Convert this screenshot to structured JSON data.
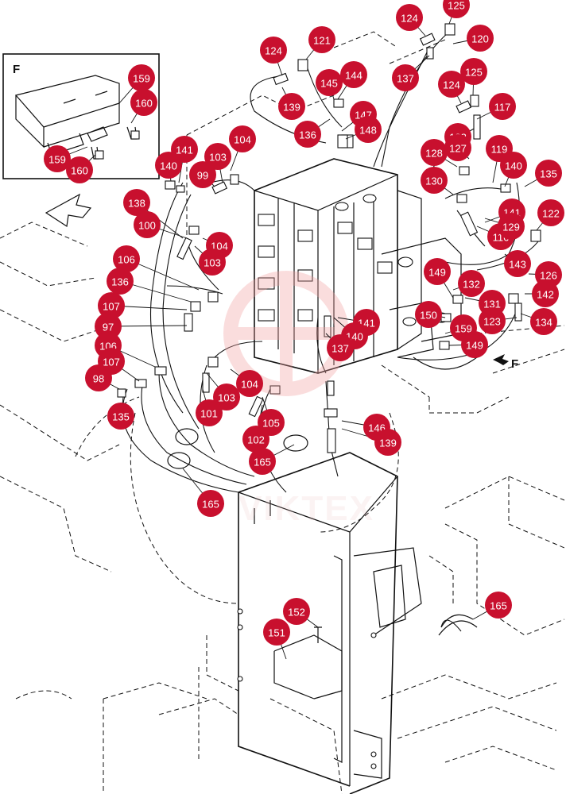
{
  "diagram": {
    "inset": {
      "view_letter": "F"
    },
    "view_marker": {
      "letter": "F"
    },
    "watermark": {
      "text": "VIKTEX"
    },
    "accent_color": "#c8102e",
    "callouts": [
      "159",
      "160",
      "159",
      "160",
      "124",
      "125",
      "124",
      "121",
      "120",
      "145",
      "144",
      "139",
      "137",
      "147",
      "148",
      "136",
      "104",
      "141",
      "103",
      "99",
      "140",
      "138",
      "100",
      "104",
      "103",
      "106",
      "136",
      "107",
      "97",
      "106",
      "107",
      "98",
      "135",
      "125",
      "124",
      "117",
      "138",
      "127",
      "128",
      "130",
      "119",
      "140",
      "135",
      "141",
      "122",
      "116",
      "129",
      "143",
      "149",
      "126",
      "132",
      "142",
      "131",
      "150",
      "123",
      "134",
      "159",
      "149",
      "141",
      "140",
      "137",
      "104",
      "103",
      "101",
      "105",
      "146",
      "102",
      "139",
      "165",
      "165",
      "152",
      "151",
      "165"
    ]
  }
}
